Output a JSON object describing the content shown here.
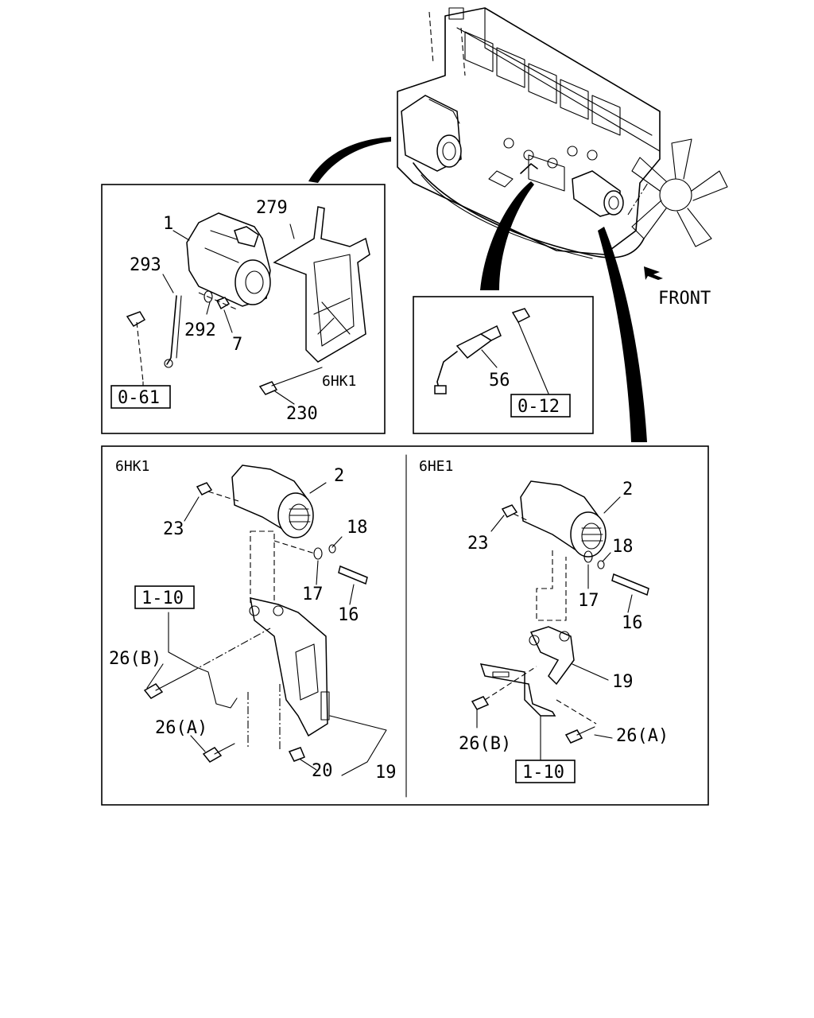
{
  "front_label": "FRONT",
  "starter_panel": {
    "callouts": [
      "1",
      "279",
      "293",
      "292",
      "7",
      "230"
    ],
    "engine_variant": "6HK1",
    "ref": "0-61"
  },
  "sensor_panel": {
    "callouts": [
      "56"
    ],
    "ref": "0-12"
  },
  "alt_6hk1": {
    "title": "6HK1",
    "callouts": [
      "2",
      "23",
      "18",
      "17",
      "16",
      "26(B)",
      "26(A)",
      "20",
      "19"
    ],
    "ref": "1-10"
  },
  "alt_6he1": {
    "title": "6HE1",
    "callouts": [
      "2",
      "23",
      "18",
      "17",
      "16",
      "19",
      "26(B)",
      "26(A)"
    ],
    "ref": "1-10"
  }
}
